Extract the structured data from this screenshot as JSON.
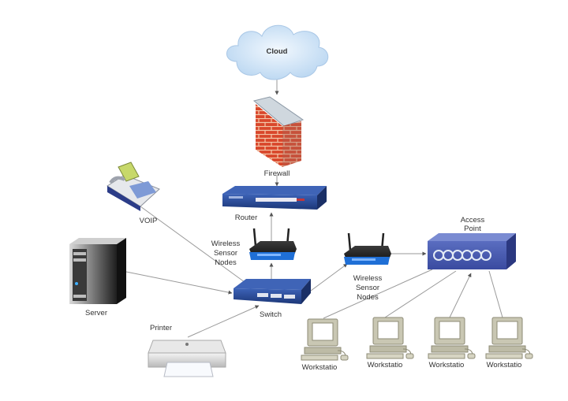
{
  "diagram": {
    "type": "network-topology",
    "colors": {
      "background": "#ffffff",
      "connector": "#9a9a9a",
      "arrowhead": "#555555",
      "label": "#333333",
      "cloud_fill": "#cfe4f7",
      "firewall_brick": "#d8452a",
      "device_blue": "#2b4c9b",
      "wireless_blue": "#1f6fd6",
      "workstation_beige": "#c9c7b3"
    },
    "nodes": [
      {
        "id": "cloud",
        "label": "Cloud",
        "icon": "cloud-icon"
      },
      {
        "id": "firewall",
        "label": "Firewall",
        "icon": "brick-firewall-icon"
      },
      {
        "id": "router",
        "label": "Router",
        "icon": "router-icon"
      },
      {
        "id": "wsn1",
        "label_lines": [
          "Wireless",
          "Sensor",
          "Nodes"
        ],
        "icon": "wireless-router-icon"
      },
      {
        "id": "switch",
        "label": "Switch",
        "icon": "switch-icon"
      },
      {
        "id": "voip",
        "label": "VOIP",
        "icon": "voip-phone-icon"
      },
      {
        "id": "server",
        "label": "Server",
        "icon": "server-tower-icon"
      },
      {
        "id": "printer",
        "label": "Printer",
        "icon": "printer-icon"
      },
      {
        "id": "wsn2",
        "label_lines": [
          "Wireless",
          "Sensor",
          "Nodes"
        ],
        "icon": "wireless-router-icon"
      },
      {
        "id": "access_point",
        "label_lines": [
          "Access",
          "Point"
        ],
        "icon": "access-point-icon"
      },
      {
        "id": "ws1",
        "label": "Workstatio",
        "icon": "workstation-icon"
      },
      {
        "id": "ws2",
        "label": "Workstatio",
        "icon": "workstation-icon"
      },
      {
        "id": "ws3",
        "label": "Workstatio",
        "icon": "workstation-icon"
      },
      {
        "id": "ws4",
        "label": "Workstatio",
        "icon": "workstation-icon"
      }
    ],
    "edges": [
      {
        "from": "cloud",
        "to": "firewall",
        "arrow": "to"
      },
      {
        "from": "firewall",
        "to": "router",
        "arrow": "to"
      },
      {
        "from": "router",
        "to": "wsn1",
        "arrow": "from"
      },
      {
        "from": "switch",
        "to": "wsn1",
        "arrow": "to"
      },
      {
        "from": "voip",
        "to": "switch",
        "arrow": "none"
      },
      {
        "from": "server",
        "to": "switch",
        "arrow": "to"
      },
      {
        "from": "printer",
        "to": "switch",
        "arrow": "to"
      },
      {
        "from": "switch",
        "to": "wsn2",
        "arrow": "to"
      },
      {
        "from": "wsn2",
        "to": "access_point",
        "arrow": "to"
      },
      {
        "from": "ws1",
        "to": "access_point",
        "arrow": "none"
      },
      {
        "from": "ws2",
        "to": "access_point",
        "arrow": "none"
      },
      {
        "from": "ws3",
        "to": "access_point",
        "arrow": "to"
      },
      {
        "from": "ws4",
        "to": "access_point",
        "arrow": "none"
      }
    ]
  }
}
